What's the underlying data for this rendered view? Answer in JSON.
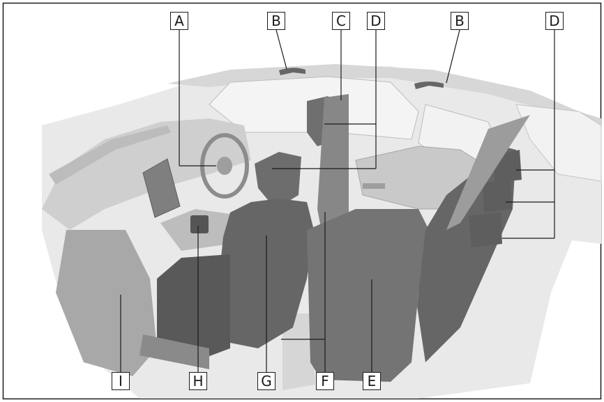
{
  "diagram": {
    "subject": "vehicle interior cutaway",
    "callouts": [
      "A",
      "B",
      "B",
      "C",
      "D",
      "D",
      "E",
      "F",
      "G",
      "H",
      "I"
    ]
  }
}
